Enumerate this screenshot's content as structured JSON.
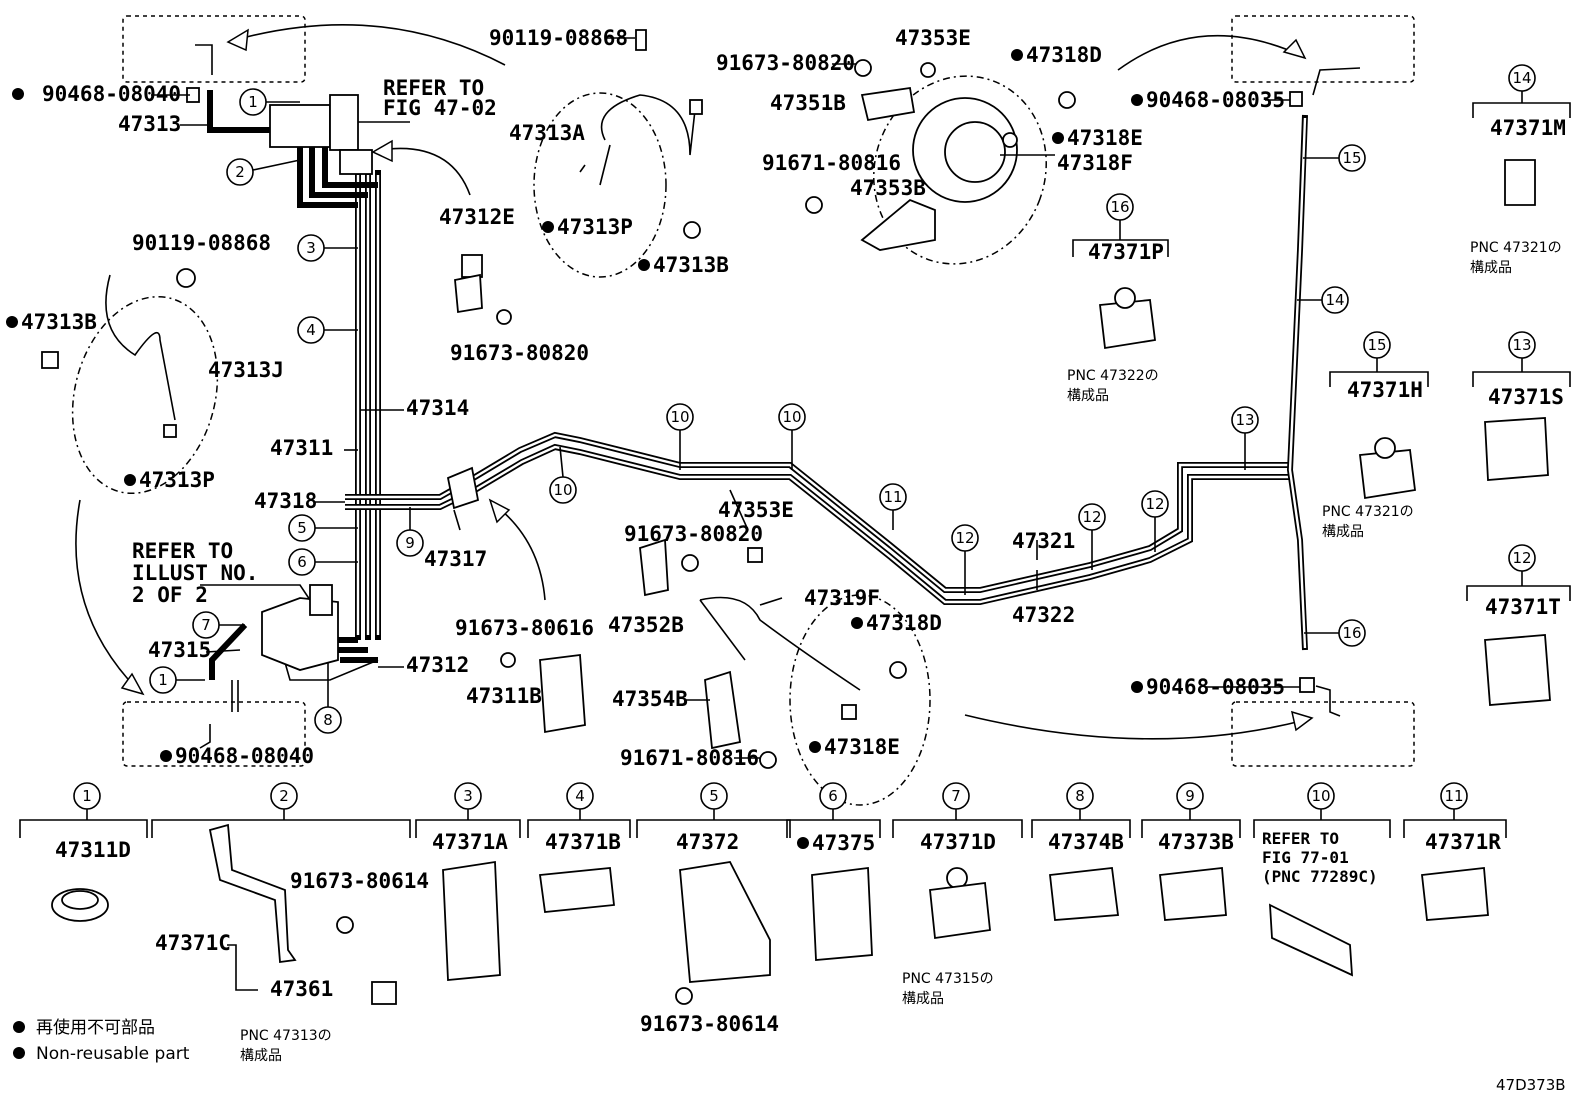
{
  "figure_code": "47D373B",
  "legend": {
    "bullet": "●",
    "non_reusable_ja": "再使用不可部品",
    "non_reusable_en": "Non-reusable part"
  },
  "labels": {
    "p90468_08040_top": "90468-08040",
    "p47313": "47313",
    "refer_fig_4702_l1": "REFER TO",
    "refer_fig_4702_l2": "FIG 47-02",
    "p90119_08868_top": "90119-08868",
    "p47313A": "47313A",
    "p47313P_top": "47313P",
    "p47313B_top": "47313B",
    "p47312E": "47312E",
    "p91673_80820_mid": "91673-80820",
    "p91673_80820_top": "91673-80820",
    "p47353E_top": "47353E",
    "p47351B": "47351B",
    "p91671_80816_top": "91671-80816",
    "p47353B": "47353B",
    "p47318D_top": "47318D",
    "p47318E_top": "47318E",
    "p47318F": "47318F",
    "p90468_08035_top": "90468-08035",
    "p90119_08868_left": "90119-08868",
    "p47313B_left": "47313B",
    "p47313J": "47313J",
    "p47313P_left": "47313P",
    "p47314": "47314",
    "p47311": "47311",
    "p47318": "47318",
    "p47317": "47317",
    "refer_illust_l1": "REFER TO",
    "refer_illust_l2": "ILLUST NO.",
    "refer_illust_l3": "2 OF 2",
    "p47315": "47315",
    "p47312": "47312",
    "p90468_08040_bot": "90468-08040",
    "p91673_80616": "91673-80616",
    "p47311B": "47311B",
    "p91673_80820_low": "91673-80820",
    "p47353E_low": "47353E",
    "p47352B": "47352B",
    "p47319F": "47319F",
    "p47318D_low": "47318D",
    "p47354B": "47354B",
    "p91671_80816_low": "91671-80816",
    "p47318E_low": "47318E",
    "p47321": "47321",
    "p47322": "47322",
    "p90468_08035_bot": "90468-08035",
    "p47371P": "47371P",
    "pnc47322_l1": "PNC 47322の",
    "pnc47322_l2": "構成品",
    "p47371M": "47371M",
    "pnc47321a_l1": "PNC 47321の",
    "pnc47321a_l2": "構成品",
    "p47371H": "47371H",
    "pnc47321b_l1": "PNC 47321の",
    "pnc47321b_l2": "構成品",
    "p47371S": "47371S",
    "p47371T": "47371T"
  },
  "bottom_row": {
    "b1_num": "1",
    "b1_part": "47311D",
    "b2_num": "2",
    "b2_part_a": "91673-80614",
    "b2_part_b": "47371C",
    "b2_part_c": "47361",
    "b2_note_l1": "PNC 47313の",
    "b2_note_l2": "構成品",
    "b3_num": "3",
    "b3_part": "47371A",
    "b4_num": "4",
    "b4_part": "47371B",
    "b5_num": "5",
    "b5_part": "47372",
    "b5_part_b": "91673-80614",
    "b6_num": "6",
    "b6_part": "47375",
    "b7_num": "7",
    "b7_part": "47371D",
    "b7_note_l1": "PNC 47315の",
    "b7_note_l2": "構成品",
    "b8_num": "8",
    "b8_part": "47374B",
    "b9_num": "9",
    "b9_part": "47373B",
    "b10_num": "10",
    "b10_ref_l1": "REFER TO",
    "b10_ref_l2": "FIG 77-01",
    "b10_ref_l3": "(PNC 77289C)",
    "b11_num": "11",
    "b11_part": "47371R"
  },
  "callouts": {
    "c1": "1",
    "c2": "2",
    "c3": "3",
    "c4": "4",
    "c5": "5",
    "c6": "6",
    "c7": "7",
    "c8": "8",
    "c9": "9",
    "c10": "10",
    "c11": "11",
    "c12": "12",
    "c13": "13",
    "c14": "14",
    "c15": "15",
    "c16": "16"
  }
}
